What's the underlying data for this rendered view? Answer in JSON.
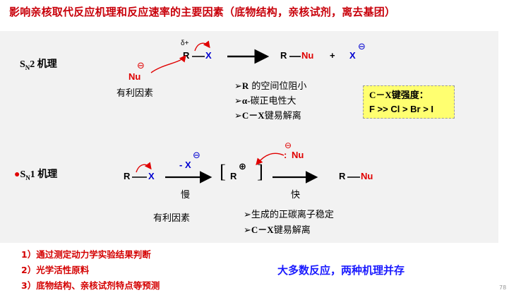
{
  "title": "影响亲核取代反应机理和反应速率的主要因素（底物结构，亲核试剂，离去基团）",
  "sn2": {
    "label_s": "S",
    "label_sub": "N",
    "label_rest": "2 机理",
    "delta": "δ+",
    "r": "R",
    "x": "X",
    "nu": "Nu",
    "minus": "⊖",
    "product_r": "R",
    "product_nu": "Nu",
    "plus": "+",
    "leaving_x": "X",
    "favorable": "有利因素",
    "factors": [
      {
        "marker": "➢",
        "bold": "R",
        "text": " 的空间位阻小"
      },
      {
        "marker": "➢",
        "bold": "α-",
        "text": "碳正电性大"
      },
      {
        "marker": "➢",
        "bold": "C－X",
        "text": "键易解离"
      }
    ]
  },
  "cx_strength": {
    "line1": "C－X键强度：",
    "line2": "F >> Cl > Br > I"
  },
  "sn1": {
    "bullet": "●",
    "label_s": "S",
    "label_sub": "N",
    "label_rest": "1 机理",
    "r": "R",
    "x": "X",
    "minus_x": "- X",
    "minus": "⊖",
    "slow": "慢",
    "fast": "快",
    "bracket_open": "[",
    "bracket_close": "]",
    "cation_r": "R",
    "plus": "⊕",
    "nu": "Nu",
    "nu_dots": ":",
    "product_r": "R",
    "product_nu": "Nu",
    "favorable": "有利因素",
    "factors": [
      {
        "marker": "➢",
        "text": "生成的正碳离子稳定"
      },
      {
        "marker": "➢",
        "bold": "C－X",
        "text": "键易解离"
      }
    ]
  },
  "methods": [
    "1）通过测定动力学实验结果判断",
    "2）光学活性原料",
    "3）底物结构、亲核试剂特点等预测"
  ],
  "conclusion": "大多数反应，两种机理并存",
  "page_number": "78",
  "colors": {
    "title_red": "#c8000a",
    "nucleophile_red": "#e00000",
    "leaving_blue": "#0000d0",
    "highlight_yellow": "#ffff70",
    "conclusion_blue": "#1a1aff"
  }
}
